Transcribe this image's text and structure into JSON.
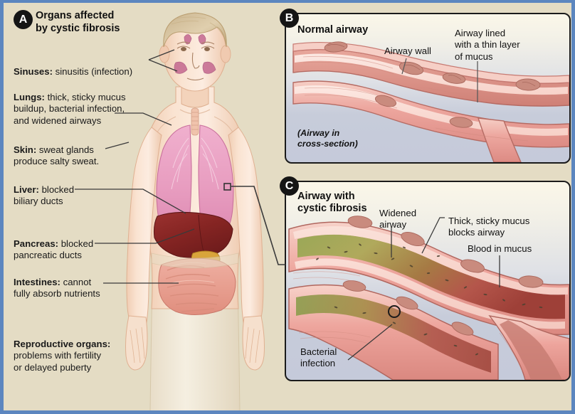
{
  "figure": {
    "background_color": "#e4dcc4",
    "border_color": "#5c86bf"
  },
  "panelA": {
    "badge": "A",
    "title": "Organs affected\nby cystic fibrosis",
    "labels": [
      {
        "name": "sinuses",
        "term": "Sinuses:",
        "text": " sinusitis (infection)"
      },
      {
        "name": "lungs",
        "term": "Lungs:",
        "text": " thick, sticky mucus\nbuildup, bacterial infection,\nand widened airways"
      },
      {
        "name": "skin",
        "term": "Skin:",
        "text": " sweat glands\nproduce salty sweat."
      },
      {
        "name": "liver",
        "term": "Liver:",
        "text": " blocked\nbiliary ducts"
      },
      {
        "name": "pancreas",
        "term": "Pancreas:",
        "text": " blocked\npancreatic ducts"
      },
      {
        "name": "intestines",
        "term": "Intestines:",
        "text": " cannot\nfully absorb nutrients"
      },
      {
        "name": "reproductive",
        "term": "Reproductive organs:",
        "text": "\nproblems with fertility\nor delayed puberty"
      }
    ],
    "organ_colors": {
      "lungs": "#e9a2c0",
      "liver": "#8e2a28",
      "pancreas": "#d9a43b",
      "intestines": "#e8a294",
      "sinuses": "#c86a94",
      "skin": "#f3d9c4"
    }
  },
  "panelB": {
    "badge": "B",
    "title": "Normal airway",
    "note": "(Airway in\ncross-section)",
    "labels": [
      {
        "name": "airway-wall",
        "text": "Airway wall"
      },
      {
        "name": "airway-lining",
        "text": "Airway lined\nwith a thin layer\nof mucus"
      }
    ],
    "colors": {
      "wall": "#efa6a2",
      "lumen": "#f7cfc8",
      "mucus": "#fae0da"
    }
  },
  "panelC": {
    "badge": "C",
    "title": "Airway with\ncystic fibrosis",
    "labels": [
      {
        "name": "widened-airway",
        "text": "Widened\nairway"
      },
      {
        "name": "thick-mucus",
        "text": "Thick, sticky mucus\nblocks airway"
      },
      {
        "name": "blood-in-mucus",
        "text": "Blood in mucus"
      },
      {
        "name": "bacterial-infection",
        "text": "Bacterial\ninfection"
      }
    ],
    "colors": {
      "wall": "#e99a94",
      "mucus_green": "#9aa857",
      "mucus_blood": "#b8544a",
      "mucus_brown": "#a5713f"
    }
  }
}
